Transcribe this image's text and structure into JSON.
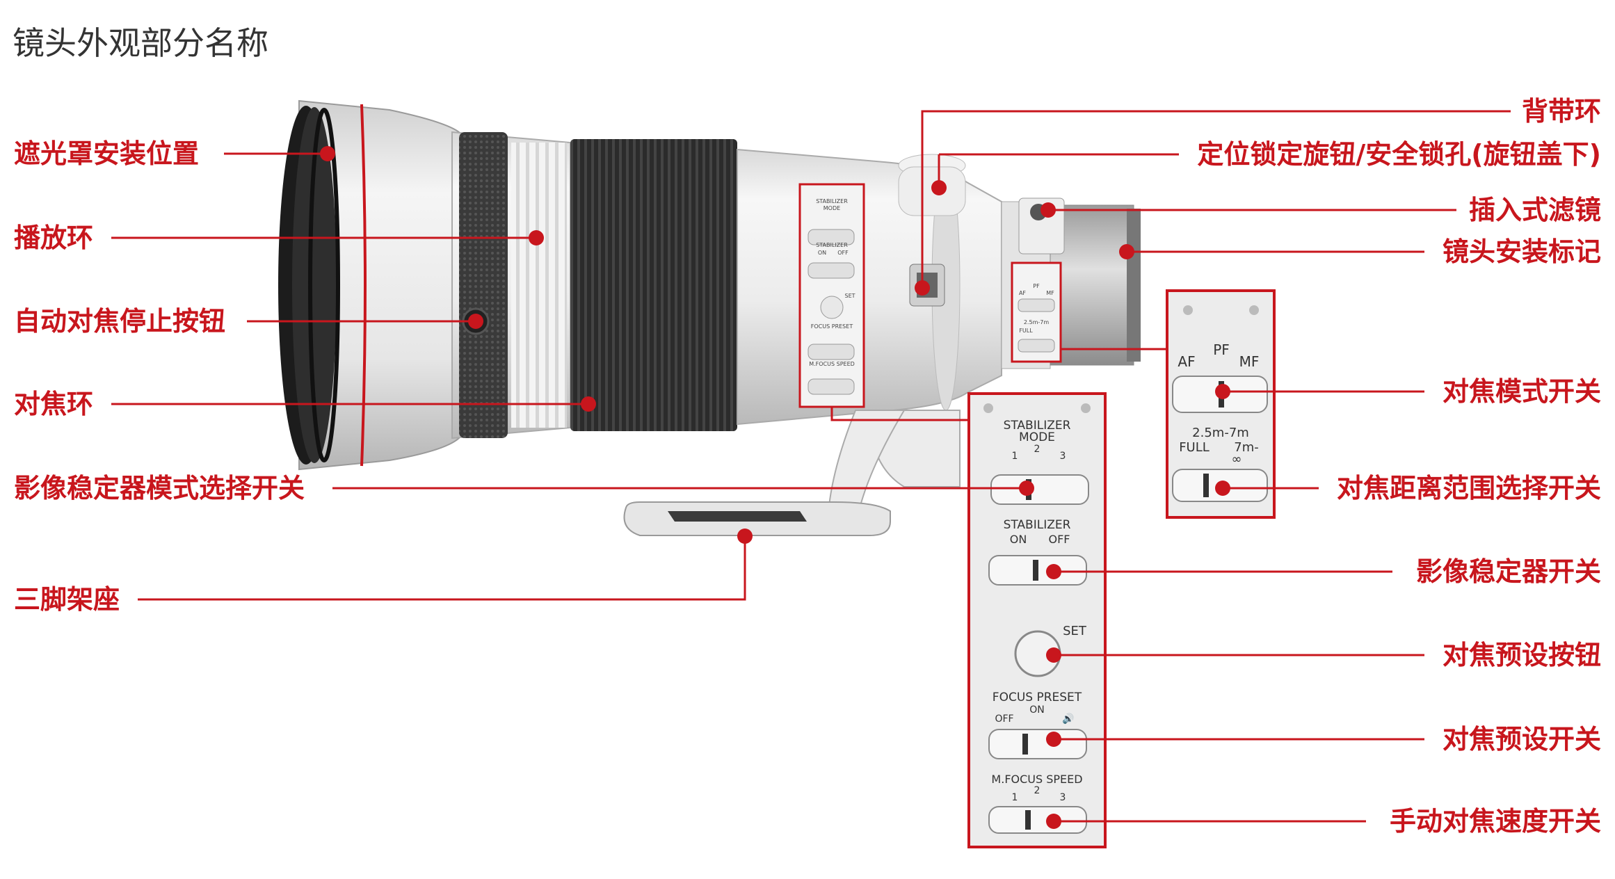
{
  "title": "镜头外观部分名称",
  "accent_color": "#c8161d",
  "callouts_left": [
    {
      "id": "hood-mount",
      "label": "遮光罩安装位置"
    },
    {
      "id": "playback-ring",
      "label": "播放环"
    },
    {
      "id": "af-stop-button",
      "label": "自动对焦停止按钮"
    },
    {
      "id": "focus-ring",
      "label": "对焦环"
    },
    {
      "id": "is-mode-switch",
      "label": "影像稳定器模式选择开关"
    },
    {
      "id": "tripod-mount",
      "label": "三脚架座"
    }
  ],
  "callouts_right": [
    {
      "id": "strap-ring",
      "label": "背带环"
    },
    {
      "id": "lock-knob",
      "label": "定位锁定旋钮/安全锁孔(旋钮盖下)"
    },
    {
      "id": "drop-in-filter",
      "label": "插入式滤镜"
    },
    {
      "id": "mount-index",
      "label": "镜头安装标记"
    },
    {
      "id": "focus-mode-switch",
      "label": "对焦模式开关"
    },
    {
      "id": "focus-distance-switch",
      "label": "对焦距离范围选择开关"
    },
    {
      "id": "is-switch",
      "label": "影像稳定器开关"
    },
    {
      "id": "focus-preset-button",
      "label": "对焦预设按钮"
    },
    {
      "id": "focus-preset-switch",
      "label": "对焦预设开关"
    },
    {
      "id": "mf-speed-switch",
      "label": "手动对焦速度开关"
    }
  ],
  "switch_panel_main": {
    "stabilizer_mode_label_1": "STABILIZER",
    "stabilizer_mode_label_2": "MODE",
    "stabilizer_mode_pos_1": "1",
    "stabilizer_mode_pos_2": "2",
    "stabilizer_mode_pos_3": "3",
    "stabilizer_label": "STABILIZER",
    "stabilizer_on": "ON",
    "stabilizer_off": "OFF",
    "set_label": "SET",
    "focus_preset_label": "FOCUS PRESET",
    "focus_preset_on": "ON",
    "focus_preset_off": "OFF",
    "focus_preset_sound": "🔊",
    "mf_speed_label": "M.FOCUS SPEED",
    "mf_speed_pos_1": "1",
    "mf_speed_pos_2": "2",
    "mf_speed_pos_3": "3"
  },
  "switch_panel_focus": {
    "af": "AF",
    "pf": "PF",
    "mf": "MF",
    "range": "2.5m-7m",
    "full": "FULL",
    "near": "7m-",
    "infinity": "∞"
  },
  "small_panel_left": {
    "l1": "STABILIZER",
    "l2": "MODE",
    "l3": "STABILIZER",
    "l4": "ON",
    "l5": "OFF",
    "l6": "SET",
    "l7": "FOCUS PRESET",
    "l8": "M.FOCUS SPEED"
  },
  "small_panel_right": {
    "l1": "AF",
    "l2": "PF",
    "l3": "MF",
    "l4": "2.5m-7m",
    "l5": "FULL"
  }
}
